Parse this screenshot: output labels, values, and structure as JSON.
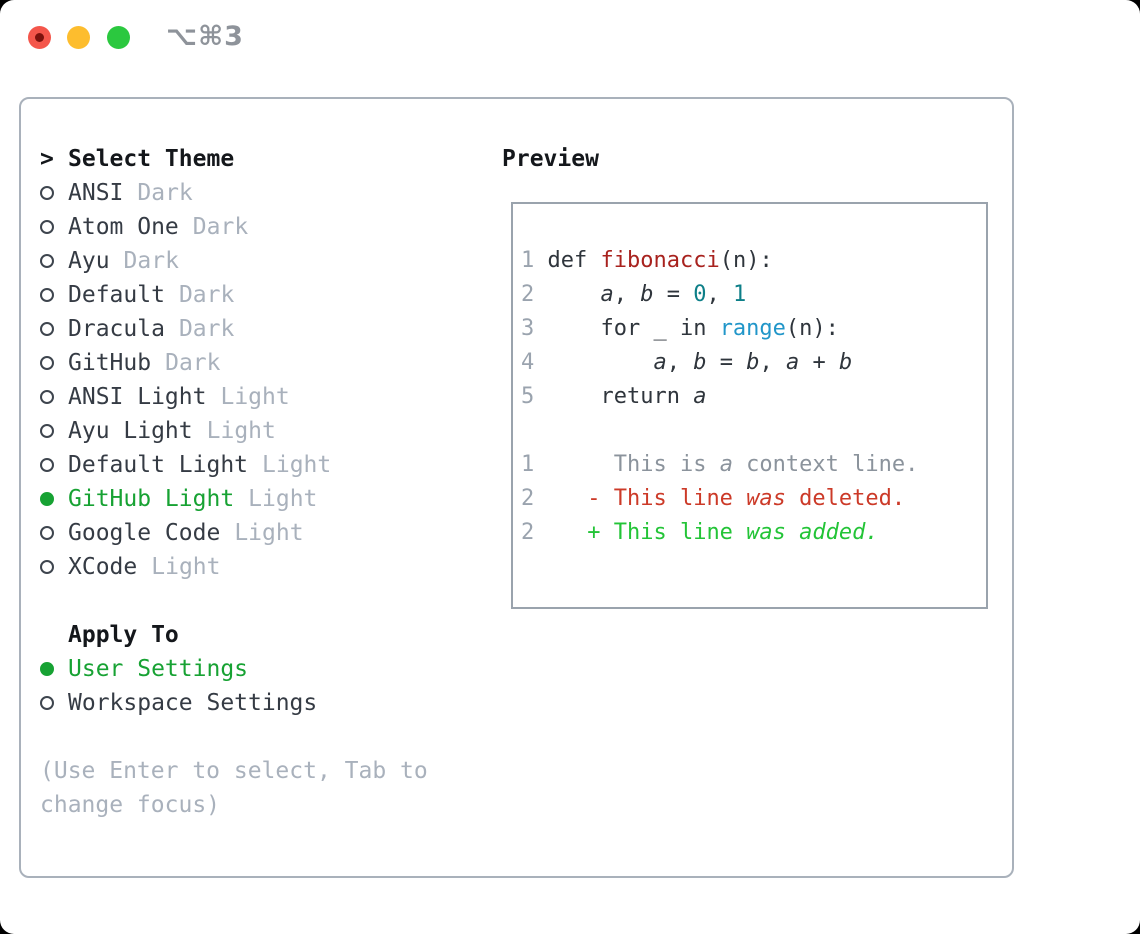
{
  "window": {
    "title_shortcut": "⌥⌘3"
  },
  "colors": {
    "selection_green": "#17a233",
    "added_green": "#23c437",
    "deleted_red": "#cc3a28",
    "function_red": "#a8221e",
    "number_teal": "#0d7f88",
    "builtin_blue": "#2196c9",
    "muted_gray": "#a9b1bc",
    "border_gray": "#a9b1bb",
    "traffic_red": "#f4564b",
    "traffic_yellow": "#fdbd2e",
    "traffic_green": "#2bc83f"
  },
  "theme_panel": {
    "header": {
      "prefix": ">",
      "label": "Select Theme"
    },
    "items": [
      {
        "name": "ANSI",
        "variant": "Dark",
        "selected": false
      },
      {
        "name": "Atom One",
        "variant": "Dark",
        "selected": false
      },
      {
        "name": "Ayu",
        "variant": "Dark",
        "selected": false
      },
      {
        "name": "Default",
        "variant": "Dark",
        "selected": false
      },
      {
        "name": "Dracula",
        "variant": "Dark",
        "selected": false
      },
      {
        "name": "GitHub",
        "variant": "Dark",
        "selected": false
      },
      {
        "name": "ANSI Light",
        "variant": "Light",
        "selected": false
      },
      {
        "name": "Ayu Light",
        "variant": "Light",
        "selected": false
      },
      {
        "name": "Default Light",
        "variant": "Light",
        "selected": false
      },
      {
        "name": "GitHub Light",
        "variant": "Light",
        "selected": true
      },
      {
        "name": "Google Code",
        "variant": "Light",
        "selected": false
      },
      {
        "name": "XCode",
        "variant": "Light",
        "selected": false
      }
    ]
  },
  "apply_panel": {
    "header": "Apply To",
    "options": [
      {
        "label": "User Settings",
        "selected": true
      },
      {
        "label": "Workspace Settings",
        "selected": false
      }
    ]
  },
  "hint": {
    "line1": "(Use Enter to select, Tab to",
    "line2": "change focus)"
  },
  "preview": {
    "header": "Preview",
    "lines": [
      {
        "segments": [
          {
            "t": "1",
            "s": "ln"
          },
          {
            "t": " def ",
            "s": "d"
          },
          {
            "t": "fibonacci",
            "s": "fn"
          },
          {
            "t": "(n):",
            "s": "d"
          }
        ]
      },
      {
        "segments": [
          {
            "t": "2",
            "s": "ln"
          },
          {
            "t": "     ",
            "s": "d"
          },
          {
            "t": "a",
            "s": "it"
          },
          {
            "t": ", ",
            "s": "d"
          },
          {
            "t": "b",
            "s": "it"
          },
          {
            "t": " = ",
            "s": "d"
          },
          {
            "t": "0",
            "s": "num"
          },
          {
            "t": ", ",
            "s": "d"
          },
          {
            "t": "1",
            "s": "num"
          }
        ]
      },
      {
        "segments": [
          {
            "t": "3",
            "s": "ln"
          },
          {
            "t": "     for _ in ",
            "s": "d"
          },
          {
            "t": "range",
            "s": "bi"
          },
          {
            "t": "(n):",
            "s": "d"
          }
        ]
      },
      {
        "segments": [
          {
            "t": "4",
            "s": "ln"
          },
          {
            "t": "         ",
            "s": "d"
          },
          {
            "t": "a",
            "s": "it"
          },
          {
            "t": ", ",
            "s": "d"
          },
          {
            "t": "b",
            "s": "it"
          },
          {
            "t": " = ",
            "s": "d"
          },
          {
            "t": "b",
            "s": "it"
          },
          {
            "t": ", ",
            "s": "d"
          },
          {
            "t": "a",
            "s": "it"
          },
          {
            "t": " + ",
            "s": "d"
          },
          {
            "t": "b",
            "s": "it"
          }
        ]
      },
      {
        "segments": [
          {
            "t": "5",
            "s": "ln"
          },
          {
            "t": "     return ",
            "s": "d"
          },
          {
            "t": "a",
            "s": "it"
          }
        ]
      },
      {
        "segments": []
      },
      {
        "segments": [
          {
            "t": "1",
            "s": "ln"
          },
          {
            "t": "      This is ",
            "s": "ctx"
          },
          {
            "t": "a",
            "s": "ctxi"
          },
          {
            "t": " context line.",
            "s": "ctx"
          }
        ]
      },
      {
        "segments": [
          {
            "t": "2",
            "s": "ln"
          },
          {
            "t": "    ",
            "s": "d"
          },
          {
            "t": "- This line ",
            "s": "del"
          },
          {
            "t": "was",
            "s": "deli"
          },
          {
            "t": " deleted.",
            "s": "del"
          }
        ]
      },
      {
        "segments": [
          {
            "t": "2",
            "s": "ln"
          },
          {
            "t": "    ",
            "s": "d"
          },
          {
            "t": "+ This line ",
            "s": "add"
          },
          {
            "t": "was added.",
            "s": "addi"
          }
        ]
      }
    ]
  }
}
